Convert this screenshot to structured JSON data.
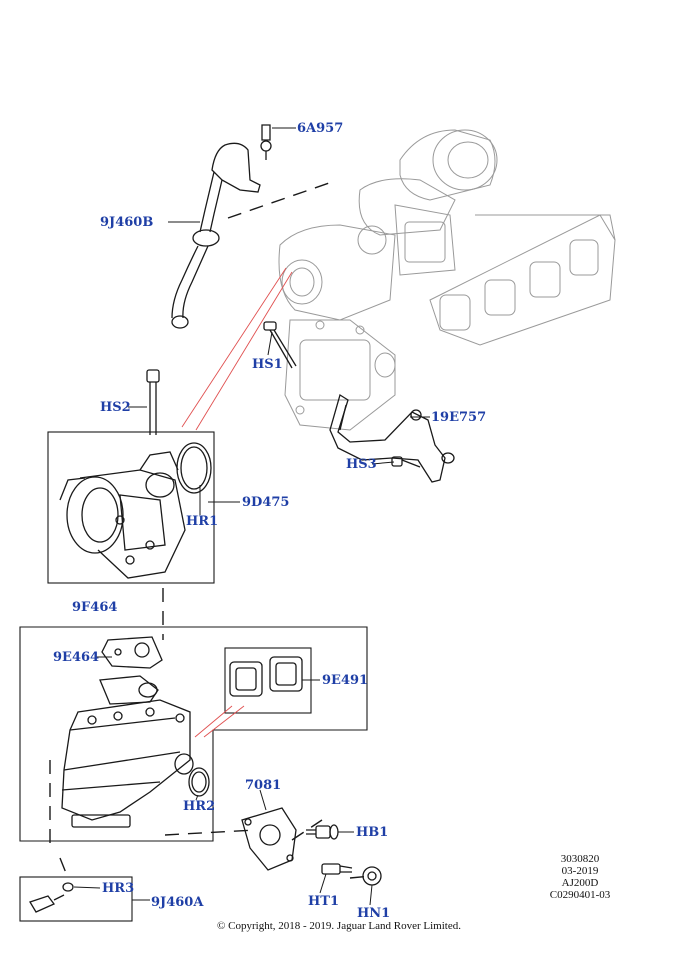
{
  "labels": {
    "6A957": "6A957",
    "9J460B": "9J460B",
    "HS1": "HS1",
    "19E757": "19E757",
    "HS3": "HS3",
    "HS2": "HS2",
    "HR1": "HR1",
    "9D475": "9D475",
    "9F464": "9F464",
    "9E464": "9E464",
    "9E491": "9E491",
    "HR2": "HR2",
    "7081": "7081",
    "HB1": "HB1",
    "HT1": "HT1",
    "HN1": "HN1",
    "HR3": "HR3",
    "9J460A": "9J460A"
  },
  "meta": {
    "line1": "3030820",
    "line2": "03-2019",
    "line3": "AJ200D",
    "line4": "C0290401-03"
  },
  "copyright": "© Copyright, 2018 - 2019. Jaguar Land Rover Limited."
}
